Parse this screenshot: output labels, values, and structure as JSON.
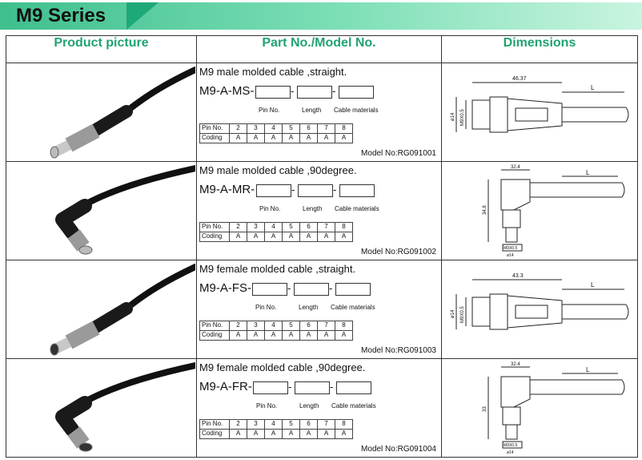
{
  "title": "M9 Series",
  "headers": {
    "picture": "Product picture",
    "part": "Part No./Model No.",
    "dimensions": "Dimensions"
  },
  "field_labels": {
    "pin": "Pin No.",
    "length": "Length",
    "cable": "Cable materials"
  },
  "spec": {
    "pin_label": "Pin No.",
    "coding_label": "Coding",
    "pins": [
      "2",
      "3",
      "4",
      "5",
      "6",
      "7",
      "8"
    ],
    "coding": [
      "A",
      "A",
      "A",
      "A",
      "A",
      "A",
      "A"
    ]
  },
  "rows": [
    {
      "desc": "M9 male molded cable ,straight.",
      "code": "M9-A-MS-",
      "model": "Model No:RG091001",
      "dims": {
        "length": "46.37",
        "l": "L",
        "dia": "ø14",
        "thread": "M9X0.5"
      }
    },
    {
      "desc": "M9 male molded cable ,90degree.",
      "code": "M9-A-MR-",
      "model": "Model No:RG091002",
      "dims": {
        "width": "32.4",
        "l": "L",
        "height": "34.8",
        "thread": "M9X0.5",
        "dia": "ø14"
      }
    },
    {
      "desc": "M9 female molded cable ,straight.",
      "code": "M9-A-FS-",
      "model": "Model No:RG091003",
      "dims": {
        "length": "43.3",
        "l": "L",
        "dia": "ø14",
        "thread": "M9X0.5"
      }
    },
    {
      "desc": "M9 female molded cable ,90degree.",
      "code": "M9-A-FR-",
      "model": "Model No:RG091004",
      "dims": {
        "width": "32.4",
        "l": "L",
        "height": "33",
        "thread": "M9X0.5",
        "dia": "ø14"
      }
    }
  ]
}
